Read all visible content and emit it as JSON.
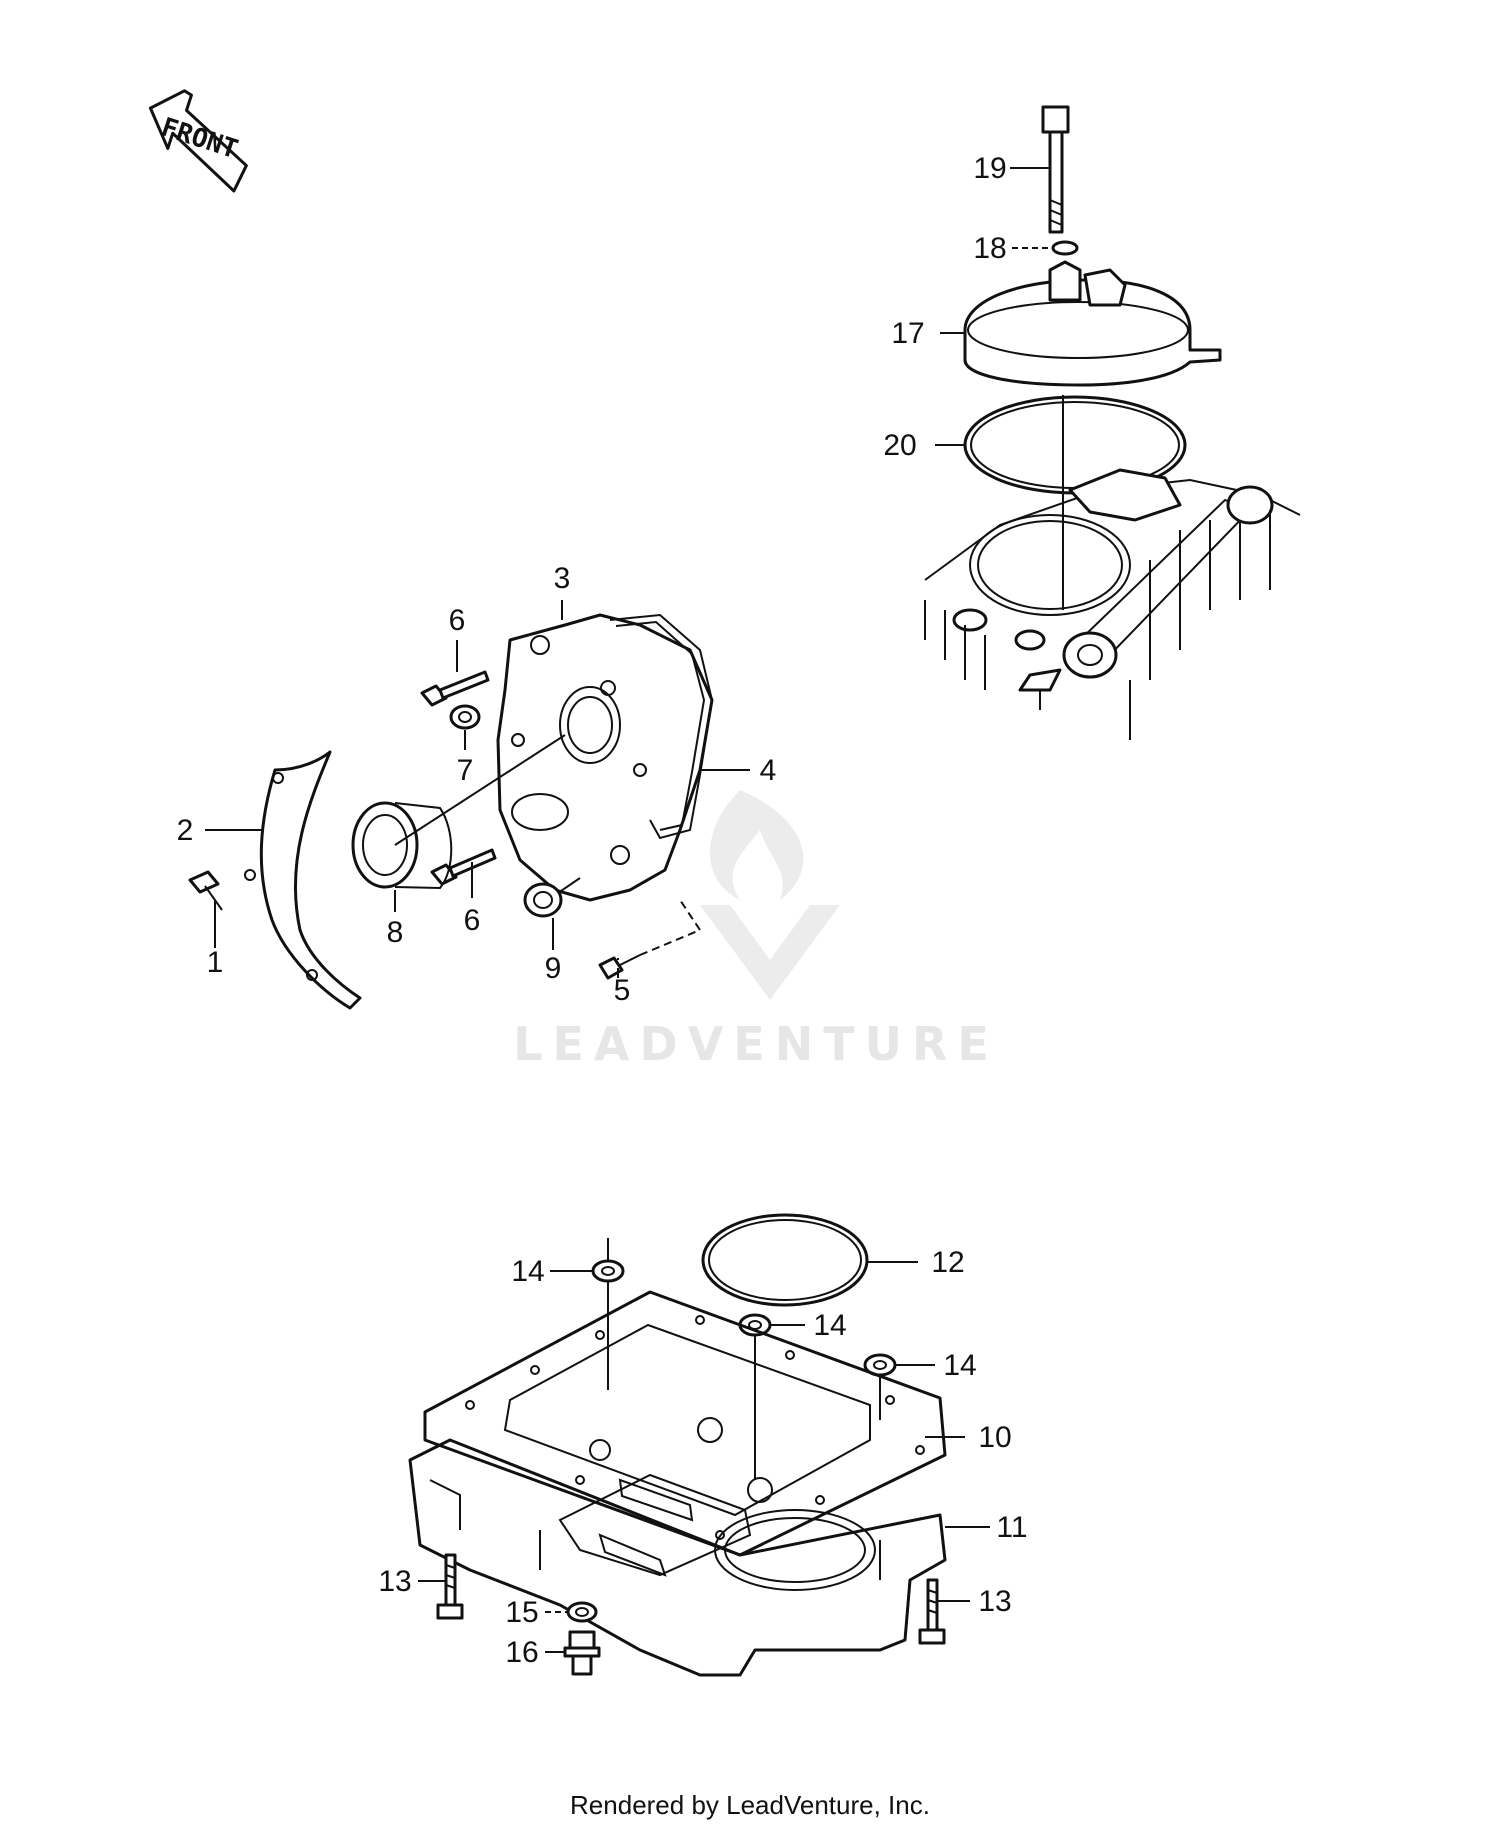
{
  "front_label": "FRONT",
  "watermark": "LEADVENTURE",
  "footer": "Rendered by LeadVenture, Inc.",
  "callouts": [
    "1",
    "2",
    "3",
    "4",
    "5",
    "6",
    "6",
    "7",
    "8",
    "9",
    "10",
    "11",
    "12",
    "13",
    "13",
    "14",
    "14",
    "14",
    "15",
    "16",
    "17",
    "18",
    "19",
    "20"
  ],
  "colors": {
    "ink": "#111111",
    "watermark": "#e6e6e6",
    "background": "#ffffff"
  }
}
